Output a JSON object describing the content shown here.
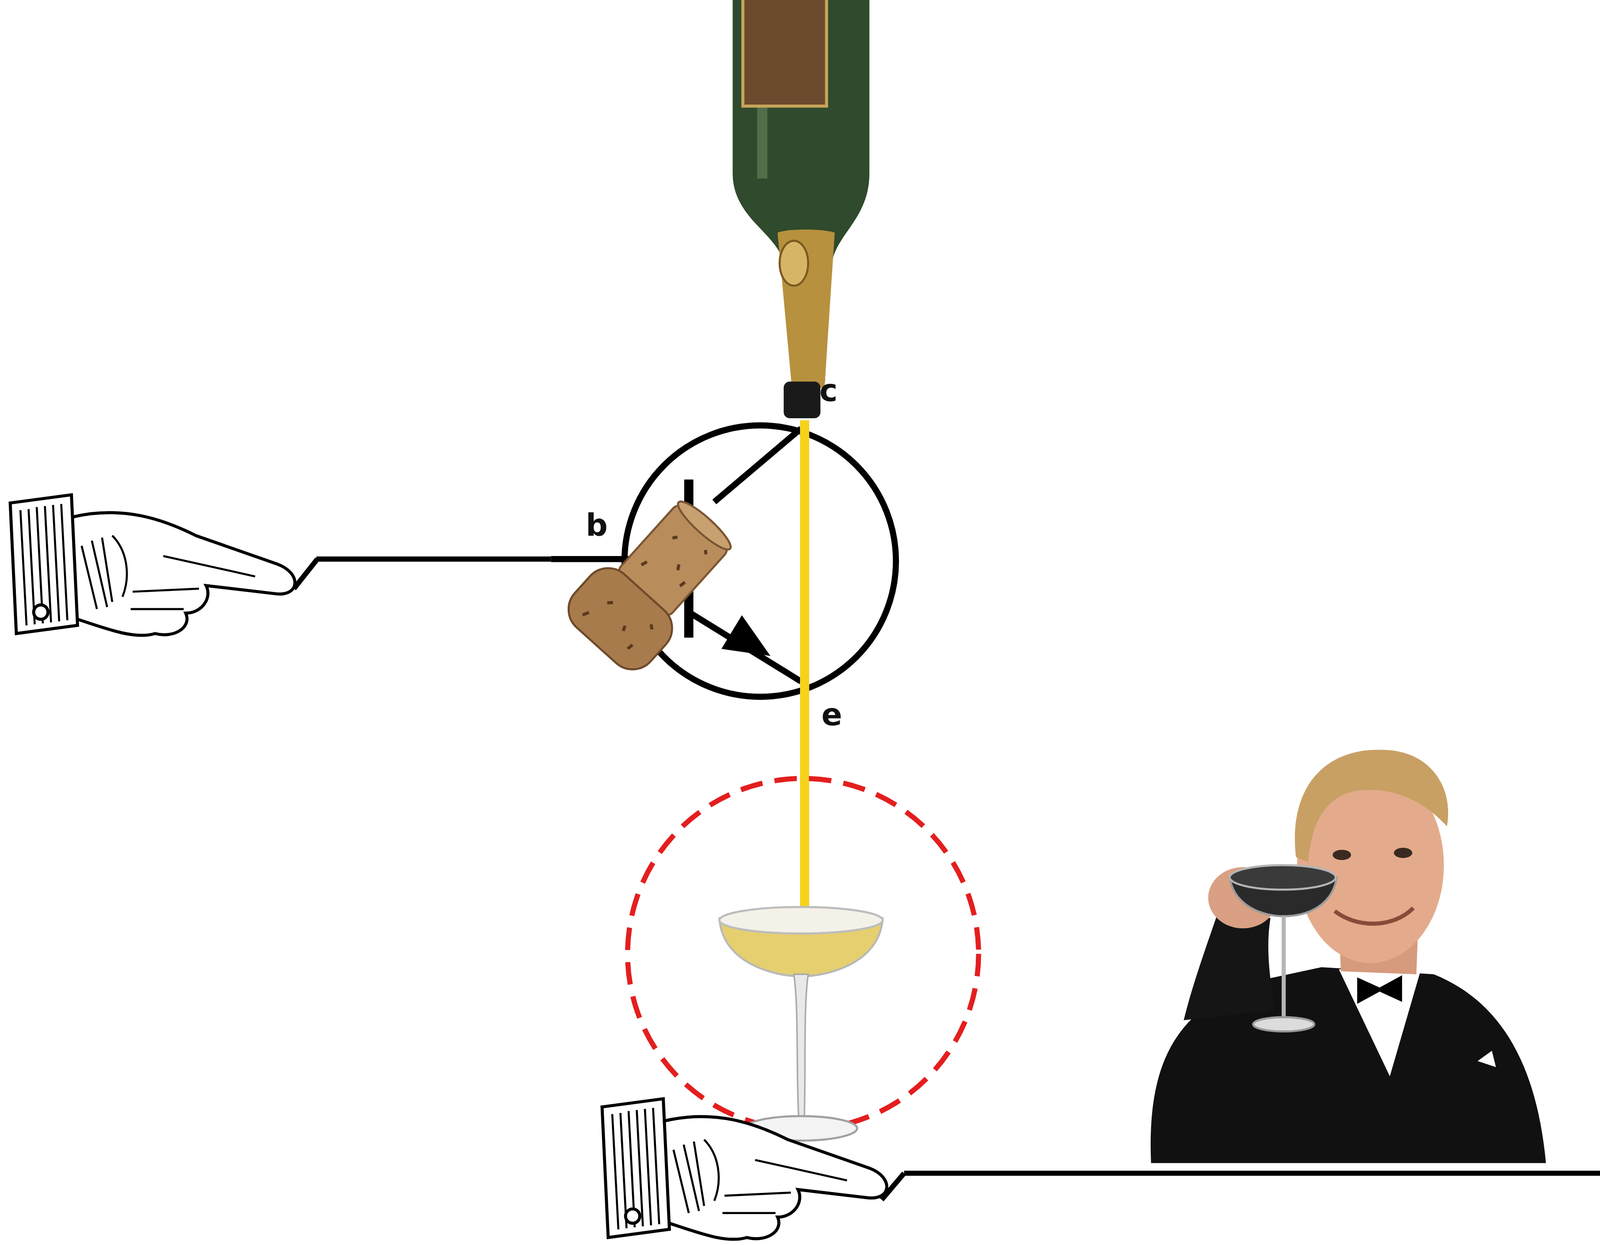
{
  "diagram": {
    "labels": [
      "c",
      "b",
      "e"
    ]
  }
}
